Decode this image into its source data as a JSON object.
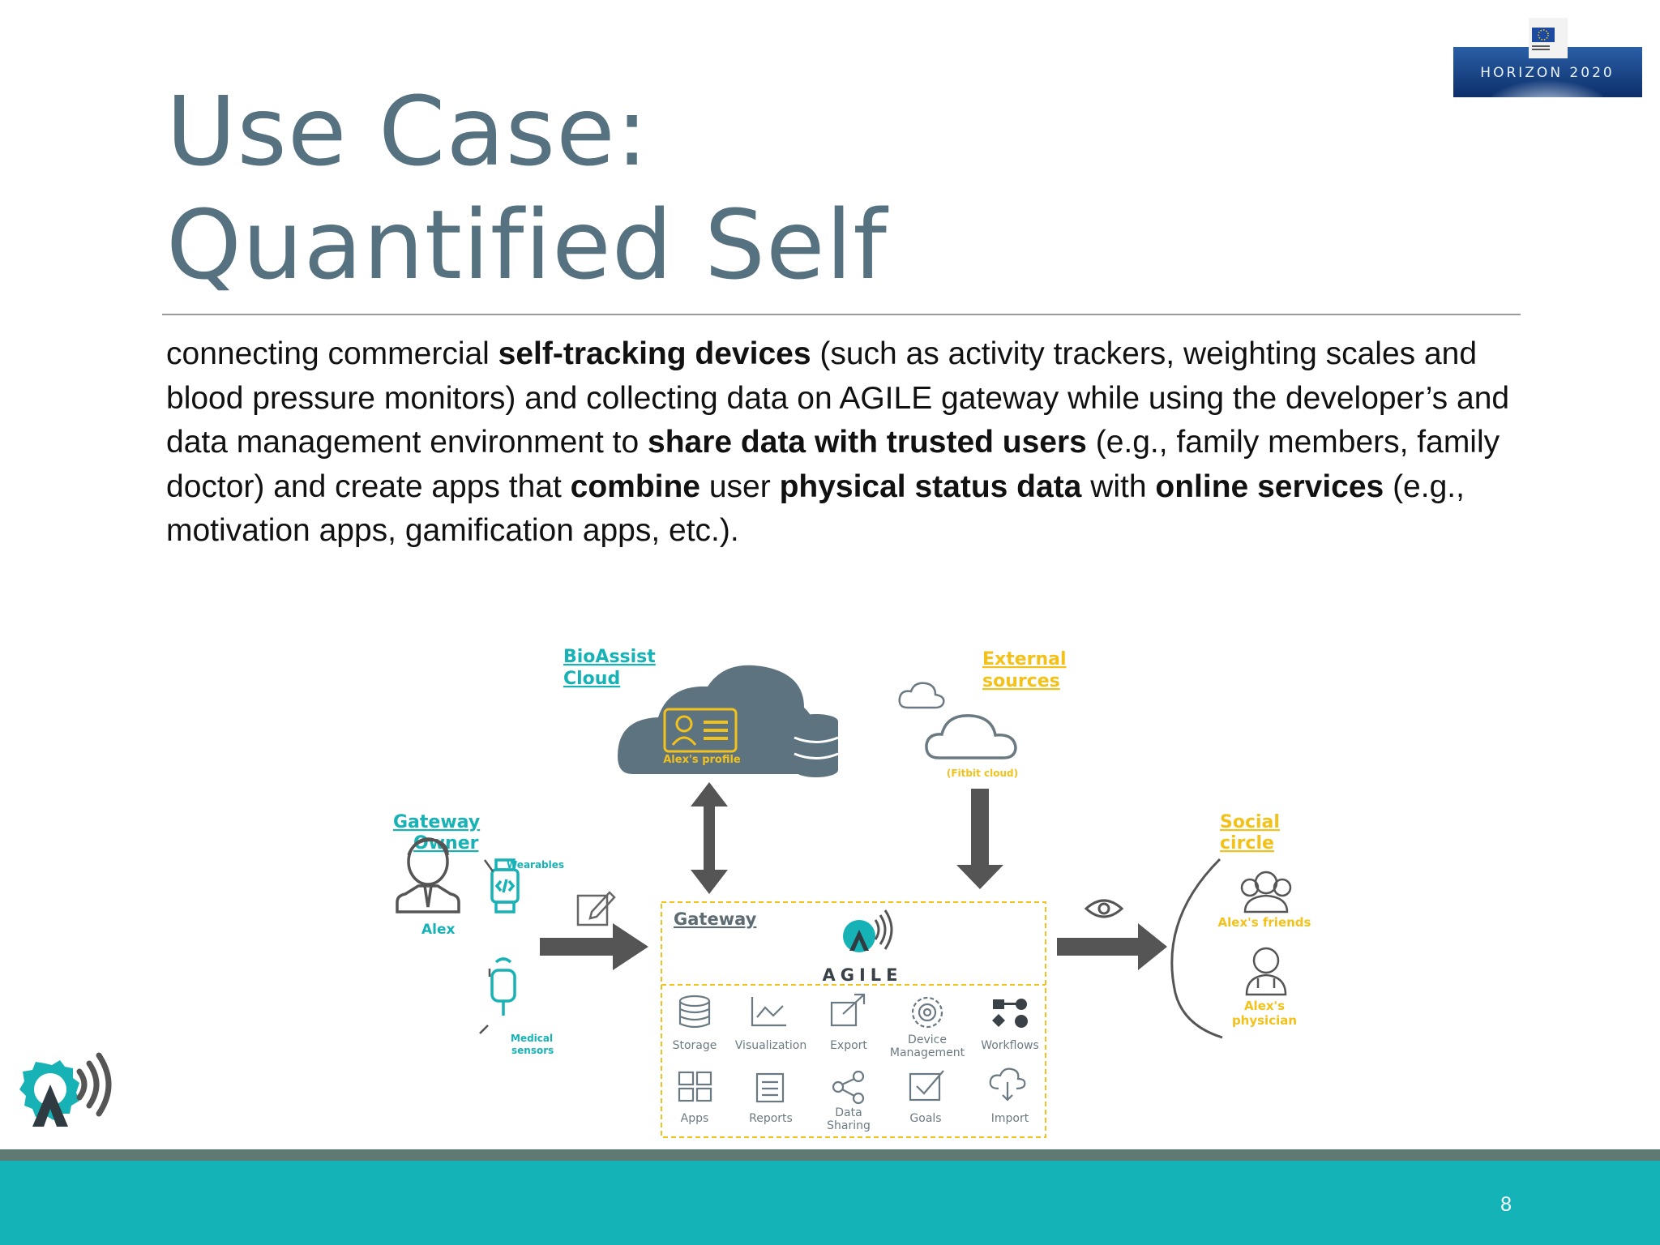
{
  "slide": {
    "title_line1": "Use Case:",
    "title_line2": "Quantified Self",
    "page_number": "8"
  },
  "body_text": [
    {
      "t": "connecting commercial ",
      "b": false
    },
    {
      "t": "self-tracking devices",
      "b": true
    },
    {
      "t": " (such as activity trackers, weighting scales and blood pressure monitors)  and collecting data on AGILE gateway while using the developer’s and data management environment  to ",
      "b": false
    },
    {
      "t": "share data with trusted users",
      "b": true
    },
    {
      "t": " (e.g., family members, family doctor) and create apps that ",
      "b": false
    },
    {
      "t": "combine",
      "b": true
    },
    {
      "t": " user ",
      "b": false
    },
    {
      "t": "physical status data",
      "b": true
    },
    {
      "t": " with ",
      "b": false
    },
    {
      "t": "online services",
      "b": true
    },
    {
      "t": " (e.g., motivation apps, gamification apps, etc.).",
      "b": false
    }
  ],
  "logo": {
    "horizon_text": "HORIZON 2020"
  },
  "diagram": {
    "bioassist_line1": "BioAssist",
    "bioassist_line2": "Cloud",
    "alex_profile": "Alex's profile",
    "external_line1": "External",
    "external_line2": "sources",
    "fitbit": "(Fitbit cloud)",
    "gateway_owner_line1": "Gateway",
    "gateway_owner_line2": "Owner",
    "wearables": "Wearables",
    "alex": "Alex",
    "medical_line1": "Medical",
    "medical_line2": "sensors",
    "gateway": "Gateway",
    "agile": "AGILE",
    "social_line1": "Social",
    "social_line2": "circle",
    "friends": "Alex's friends",
    "physician_line1": "Alex's",
    "physician_line2": "physician",
    "features_row1": [
      "Storage",
      "Visualization",
      "Export",
      "Device",
      "Workflows"
    ],
    "device_mgmt_line2": "Management",
    "features_row2": [
      "Apps",
      "Reports",
      "Data",
      "Goals",
      "Import"
    ],
    "data_sharing_line2": "Sharing"
  },
  "colors": {
    "title": "#56717f",
    "teal": "#16b2b6",
    "yellow": "#f2c21b",
    "dark": "#5d6c73",
    "footer": "#13b3b8"
  }
}
